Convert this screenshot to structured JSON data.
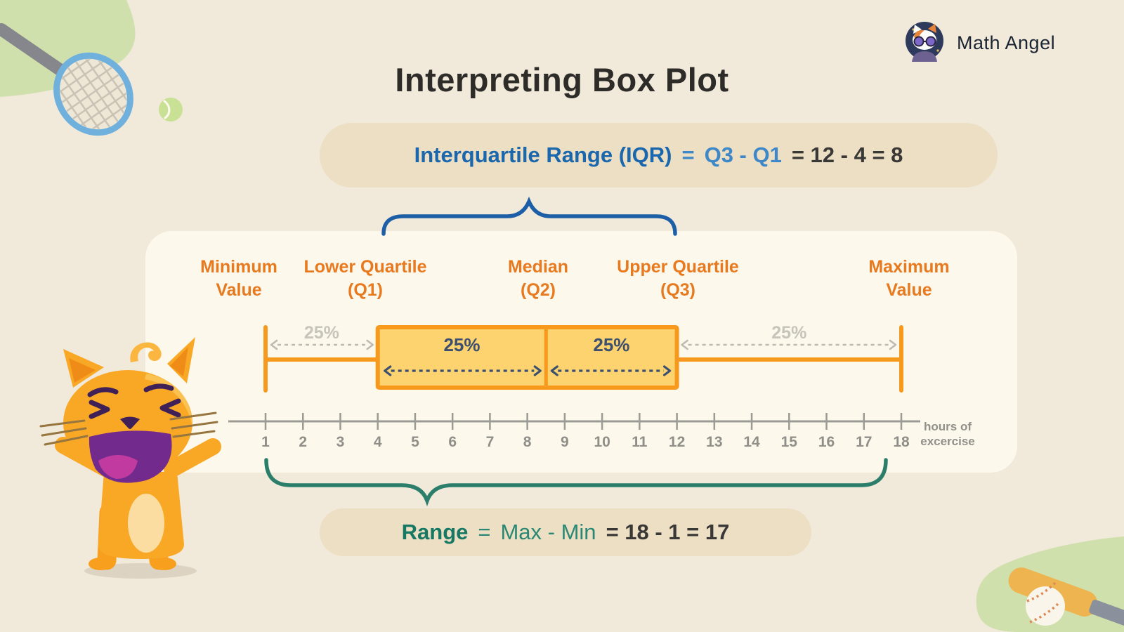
{
  "page": {
    "title": "Interpreting Box Plot"
  },
  "brand": {
    "name": "Math Angel",
    "logo_icon": "cat-avatar-icon"
  },
  "iqr_pill": {
    "label": "Interquartile Range (IQR)",
    "equals": "=",
    "expression": "Q3 - Q1",
    "result": "= 12 - 4 = 8"
  },
  "range_pill": {
    "label": "Range",
    "equals": "=",
    "expression": "Max - Min",
    "result": "= 18 - 1 = 17"
  },
  "plot_labels": {
    "min": {
      "line1": "Minimum",
      "line2": "Value"
    },
    "q1": {
      "line1": "Lower Quartile",
      "line2": "(Q1)"
    },
    "median": {
      "line1": "Median",
      "line2": "(Q2)"
    },
    "q3": {
      "line1": "Upper Quartile",
      "line2": "(Q3)"
    },
    "max": {
      "line1": "Maximum",
      "line2": "Value"
    }
  },
  "axis_label": {
    "line1": "hours of",
    "line2": "excercise"
  },
  "decorations": {
    "top_left": "tennis-racket-and-ball",
    "bottom_right": "baseball-bat-and-ball",
    "mascot": "laughing-cat-mascot"
  },
  "colors": {
    "background": "#f1e9da",
    "card": "#fdf8ec",
    "pill": "#ecdfc3",
    "orange_label": "#e7791f",
    "box_stroke": "#f6991d",
    "box_fill": "#fcd36e",
    "blue_heading": "#1b67ae",
    "blue_brace": "#1d5fa6",
    "teal": "#177864",
    "teal_brace": "#2b7e6a",
    "navy_arrow": "#3d4f6e",
    "gray_arrow": "#bcbab2",
    "axis_gray": "#9b9a94"
  },
  "chart_data": {
    "type": "boxplot",
    "orientation": "horizontal",
    "title": "Interpreting Box Plot",
    "xlabel": "hours of excercise",
    "xlim": [
      1,
      18
    ],
    "x_ticks": [
      1,
      2,
      3,
      4,
      5,
      6,
      7,
      8,
      9,
      10,
      11,
      12,
      13,
      14,
      15,
      16,
      17,
      18
    ],
    "values": {
      "minimum": 1,
      "lower_quartile_q1": 4,
      "median_q2": 8.5,
      "upper_quartile_q3": 12,
      "maximum": 18
    },
    "segment_labels": [
      "25%",
      "25%",
      "25%",
      "25%"
    ],
    "iqr": {
      "formula": "Q3 - Q1",
      "computation": "12 - 4",
      "value": 8
    },
    "range": {
      "formula": "Max - Min",
      "computation": "18 - 1",
      "value": 17
    },
    "grid": false,
    "legend": false
  }
}
